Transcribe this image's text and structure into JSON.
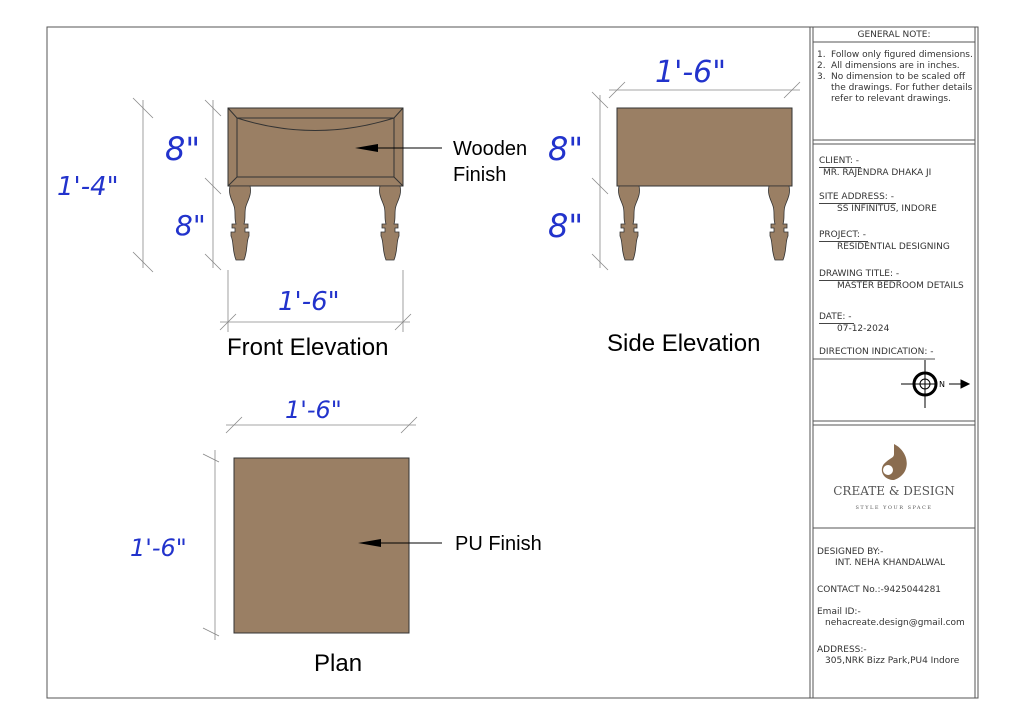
{
  "colors": {
    "wood": "#9a7f64",
    "dim": "#2233cc",
    "logo": "#8a6c4f"
  },
  "front": {
    "title": "Front Elevation",
    "dim_top": "8\"",
    "dim_bottom": "8\"",
    "dim_total": "1'-4\"",
    "dim_width": "1'-6\"",
    "callout_line1": "Wooden",
    "callout_line2": "Finish"
  },
  "side": {
    "title": "Side Elevation",
    "dim_top": "8\"",
    "dim_bottom": "8\"",
    "dim_width": "1'-6\""
  },
  "plan": {
    "title": "Plan",
    "dim_width": "1'-6\"",
    "dim_depth": "1'-6\"",
    "callout": "PU Finish"
  },
  "title_block": {
    "general_note_header": "GENERAL NOTE:",
    "notes": [
      {
        "num": "1.",
        "text": "Follow only figured dimensions."
      },
      {
        "num": "2.",
        "text": "All dimensions are in inches."
      },
      {
        "num": "3.",
        "text": "No dimension to be scaled off the drawings. For futher details refer to relevant drawings."
      }
    ],
    "client_label": "CLIENT: -",
    "client": "MR. RAJENDRA DHAKA JI",
    "site_label": "SITE ADDRESS: -",
    "site": "SS INFINITUS, INDORE",
    "project_label": "PROJECT: -",
    "project": "RESIDENTIAL DESIGNING",
    "drawing_label": "DRAWING TITLE: -",
    "drawing": "MASTER BEDROOM DETAILS",
    "date_label": "DATE: -",
    "date": "07-12-2024",
    "direction_label": "DIRECTION INDICATION: -",
    "logo_name": "CREATE & DESIGN",
    "logo_tagline": "STYLE YOUR SPACE",
    "designed_by_label": "DESIGNED BY:-",
    "designed_by": "INT. NEHA KHANDALWAL",
    "contact": "CONTACT No.:-9425044281",
    "email_label": "Email ID:-",
    "email": "nehacreate.design@gmail.com",
    "address_label": "ADDRESS:-",
    "address": "305,NRK Bizz Park,PU4 Indore"
  }
}
